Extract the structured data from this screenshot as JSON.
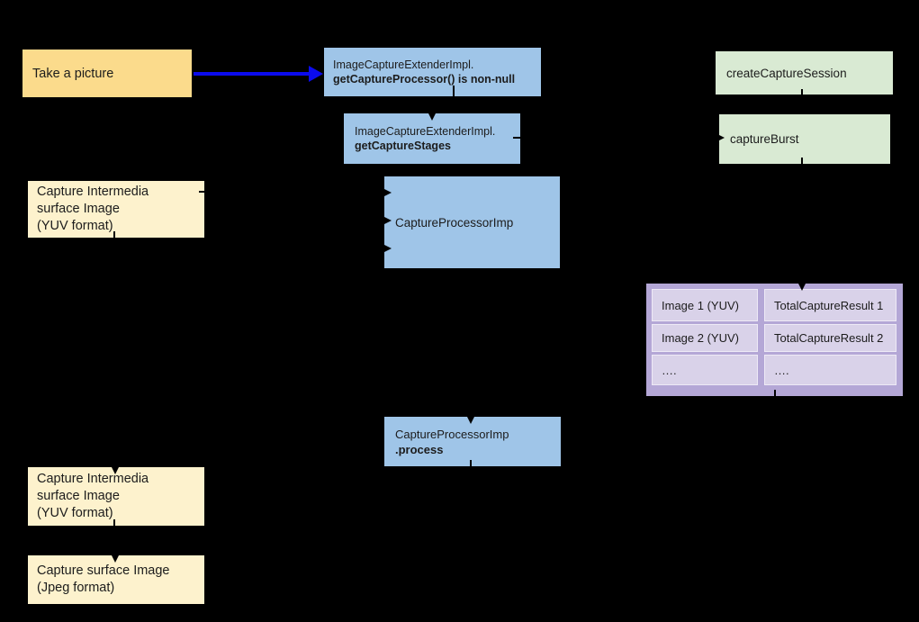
{
  "diagram": {
    "background": "#000000",
    "colors": {
      "arrow_blue": "#0b0bee",
      "node_blue": "#9fc5e8",
      "node_green": "#d9ead3",
      "node_orange": "#fbdb8c",
      "node_cream": "#fdf2cd",
      "table_frame_purple": "#b4a7d6",
      "table_cell_purple": "#d9d2e9",
      "text": "#1c1c1c"
    },
    "nodes": {
      "take_picture": {
        "label": "Take a picture"
      },
      "get_capture_processor": {
        "line1": "ImageCaptureExtenderImpl.",
        "line2": "getCaptureProcessor() is non-null"
      },
      "get_capture_stages": {
        "line1": "ImageCaptureExtenderImpl.",
        "line2": "getCaptureStages"
      },
      "capture_intermedia_top": {
        "line1": "Capture Intermedia",
        "line2": "surface Image",
        "line3": "(YUV format)"
      },
      "capture_processor_imp": {
        "label": "CaptureProcessorImp"
      },
      "create_capture_session": {
        "label": "createCaptureSession"
      },
      "capture_burst": {
        "label": "captureBurst"
      },
      "process": {
        "line1": "CaptureProcessorImp",
        "line2": ".process"
      },
      "capture_intermedia_bottom": {
        "line1": "Capture Intermedia",
        "line2": "surface Image",
        "line3": "(YUV format)"
      },
      "capture_surface_jpeg": {
        "line1": "Capture surface Image",
        "line2": "(Jpeg format)"
      },
      "results_table": {
        "rows": [
          [
            "Image 1 (YUV)",
            "TotalCaptureResult 1"
          ],
          [
            "Image 2 (YUV)",
            "TotalCaptureResult 2"
          ],
          [
            "….",
            "…."
          ]
        ]
      }
    }
  }
}
